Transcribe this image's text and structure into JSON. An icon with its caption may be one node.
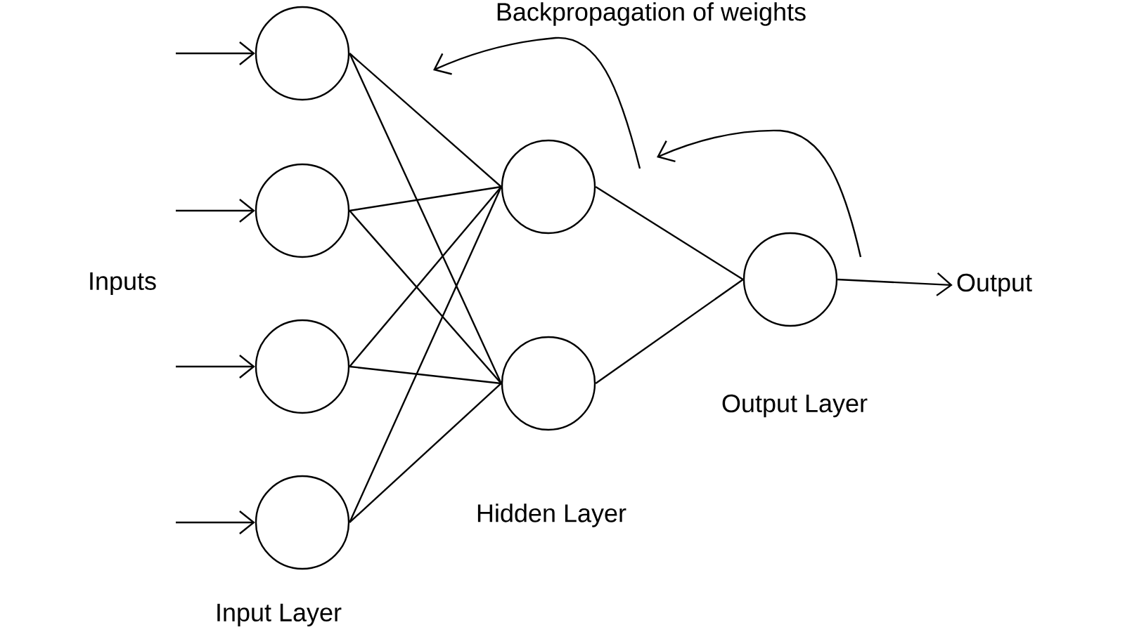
{
  "diagram": {
    "nodes": [
      {
        "text": [],
        "shape": "circle"
      },
      {
        "text": [],
        "shape": "circle"
      },
      {
        "text": [],
        "shape": "circle"
      },
      {
        "text": [],
        "shape": "circle"
      },
      {
        "text": [],
        "shape": "circle"
      },
      {
        "text": [],
        "shape": "circle"
      },
      {
        "text": [],
        "shape": "circle"
      },
      {
        "text": [
          "Output"
        ]
      }
    ],
    "edges": [
      {
        "from": null,
        "to": 0,
        "arrow": "to"
      },
      {
        "from": null,
        "to": 1,
        "arrow": "to"
      },
      {
        "from": null,
        "to": 2,
        "arrow": "to"
      },
      {
        "from": null,
        "to": 3,
        "arrow": "to"
      },
      {
        "from": 0,
        "to": 4,
        "arrow": "none"
      },
      {
        "from": 0,
        "to": 5,
        "arrow": "none"
      },
      {
        "from": 1,
        "to": 4,
        "arrow": "none"
      },
      {
        "from": 1,
        "to": 5,
        "arrow": "none"
      },
      {
        "from": 2,
        "to": 4,
        "arrow": "none"
      },
      {
        "from": 2,
        "to": 5,
        "arrow": "none"
      },
      {
        "from": 3,
        "to": 4,
        "arrow": "none"
      },
      {
        "from": 3,
        "to": 5,
        "arrow": "none"
      },
      {
        "from": 4,
        "to": 6,
        "arrow": "none"
      },
      {
        "from": 5,
        "to": 6,
        "arrow": "none"
      },
      {
        "from": 6,
        "to": 7,
        "arrow": "to"
      }
    ],
    "labels": [
      "Backpropagation of weights",
      "Inputs",
      "Output Layer",
      "Hidden Layer",
      "Input Layer"
    ]
  }
}
